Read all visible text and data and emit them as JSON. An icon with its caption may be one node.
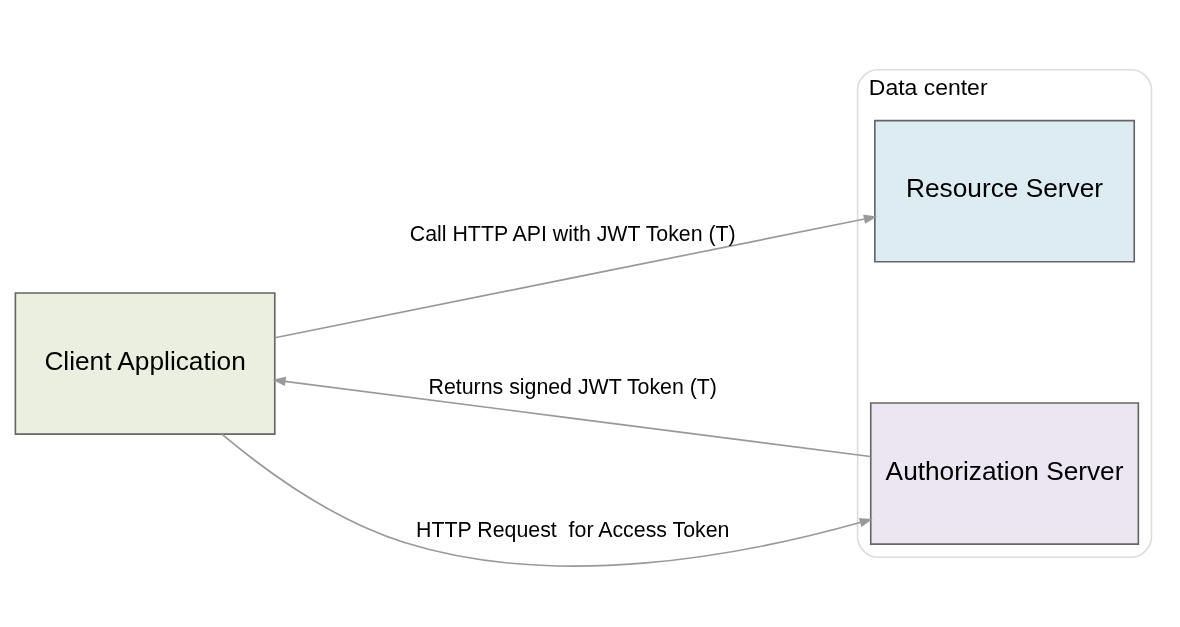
{
  "diagram": {
    "nodes": [
      {
        "text": [
          "Data center"
        ]
      },
      {
        "text": [
          "Client Application"
        ]
      },
      {
        "text": [
          "Resource Server"
        ],
        "in": 0
      },
      {
        "text": [
          "Authorization Server"
        ],
        "in": 0
      }
    ],
    "edges": [
      {
        "from": 1,
        "to": 2,
        "arrow": "to",
        "label": "Call HTTP API with JWT Token (T)"
      },
      {
        "from": 1,
        "to": 3,
        "arrow": "to",
        "label": "HTTP Request  for Access Token"
      },
      {
        "from": 3,
        "to": 1,
        "arrow": "to",
        "label": "Returns signed JWT Token (T)"
      }
    ]
  }
}
